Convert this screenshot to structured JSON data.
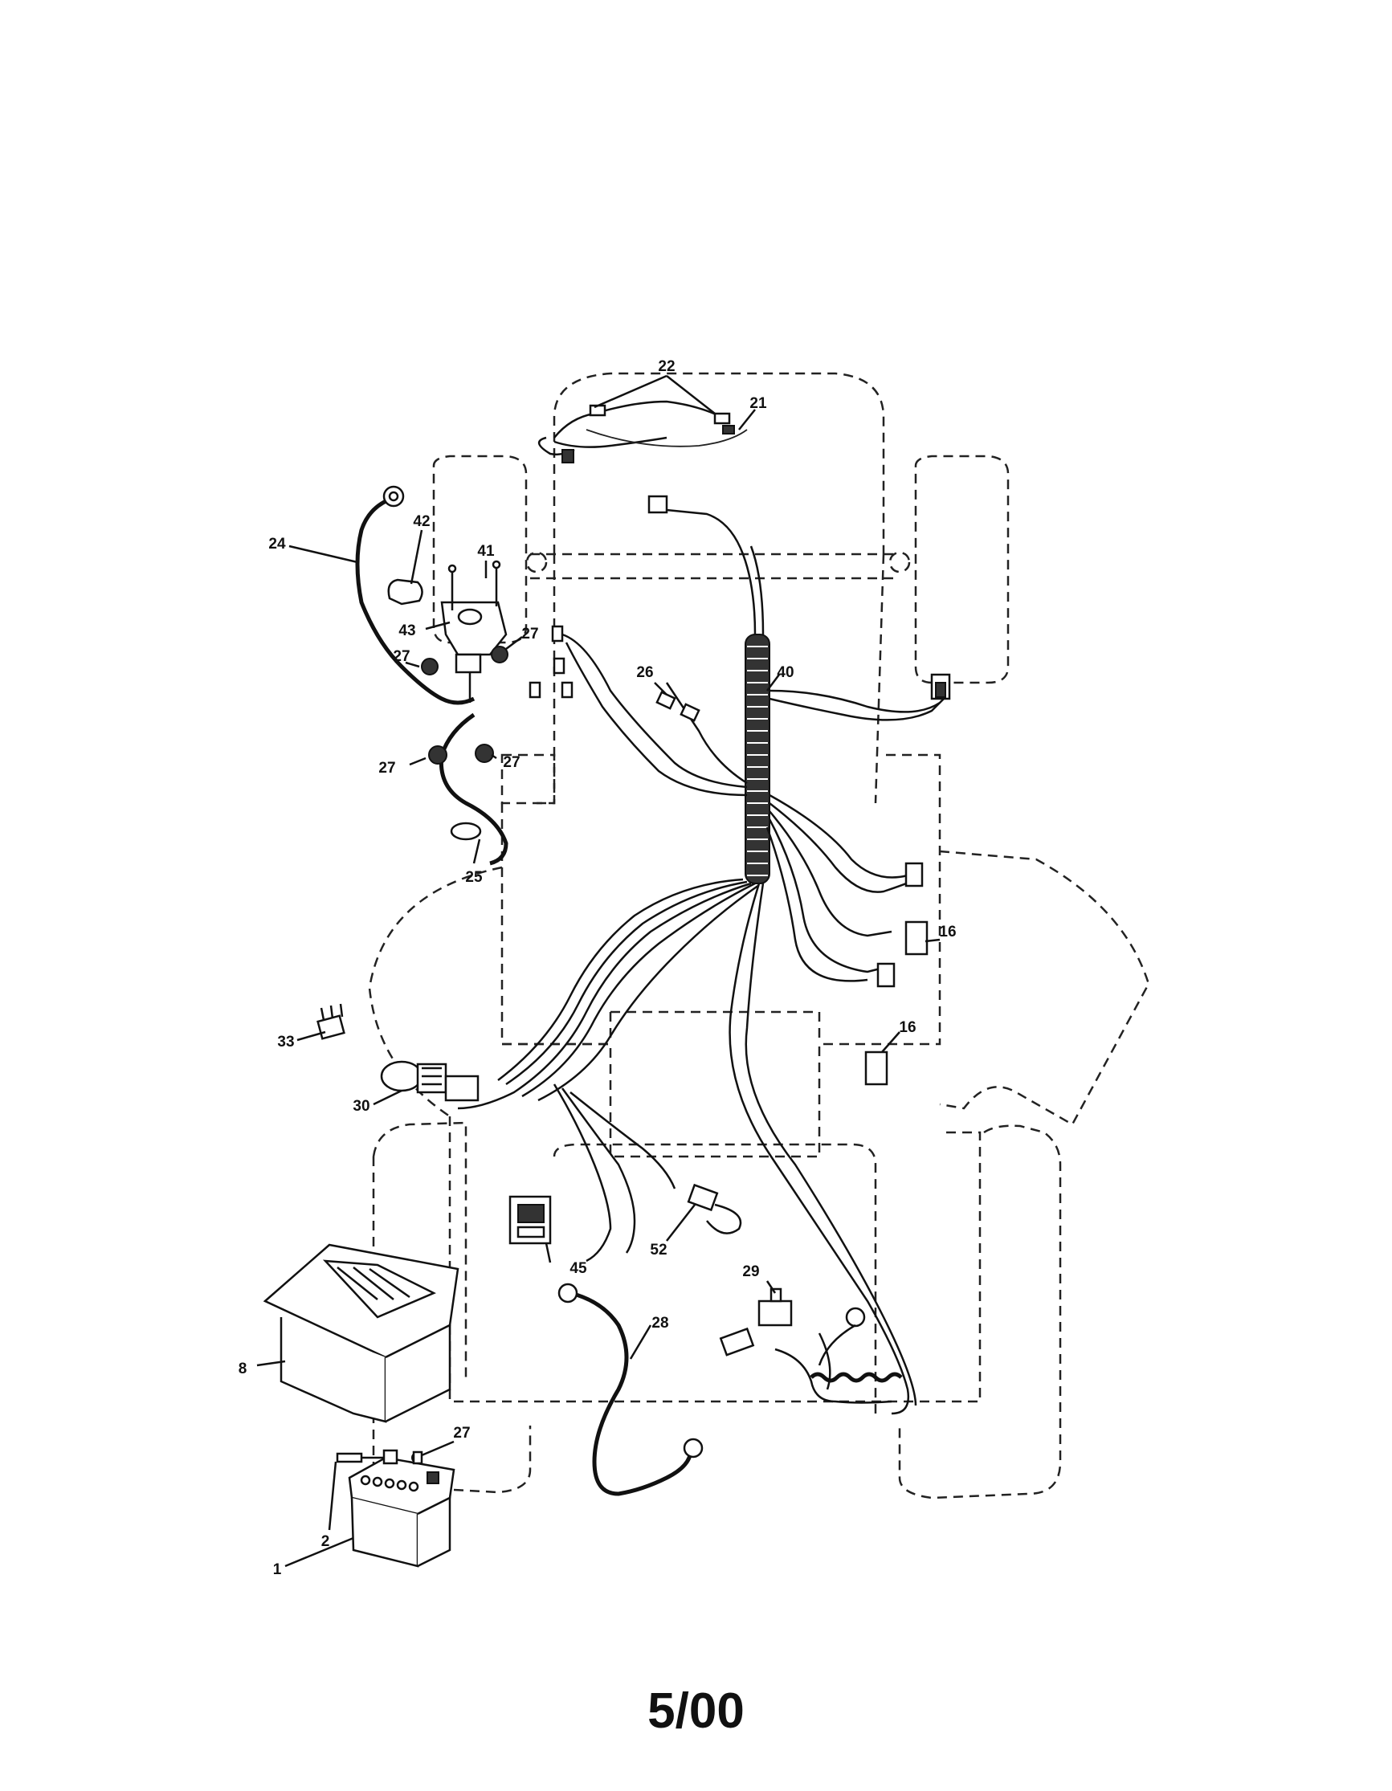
{
  "diagram": {
    "callouts": {
      "c1": "1",
      "c2": "2",
      "c8": "8",
      "c16a": "16",
      "c16b": "16",
      "c21": "21",
      "c22": "22",
      "c24": "24",
      "c25": "25",
      "c26": "26",
      "c27a": "27",
      "c27b": "27",
      "c27c": "27",
      "c27d": "27",
      "c27e": "27",
      "c28": "28",
      "c29": "29",
      "c30": "30",
      "c33": "33",
      "c40": "40",
      "c41": "41",
      "c42": "42",
      "c43": "43",
      "c45": "45",
      "c52": "52"
    }
  },
  "footer": {
    "date_code": "5/00"
  }
}
